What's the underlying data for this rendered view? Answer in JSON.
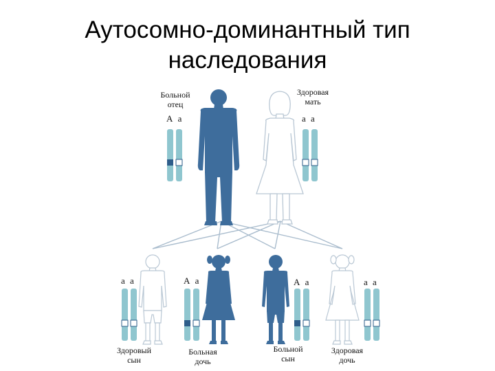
{
  "title": {
    "line1": "Аутосомно-доминантный тип",
    "line2": "наследования"
  },
  "colors": {
    "affected": "#3e6d9c",
    "healthy_fill": "#ffffff",
    "healthy_outline": "#b9c7d4",
    "chromosome": "#8fc6cf",
    "dominant_allele": "#2e5d8a",
    "lines": "#a9bccd"
  },
  "parents": {
    "father": {
      "label_line1": "Больной",
      "label_line2": "отец",
      "genotype": "А а"
    },
    "mother": {
      "label_line1": "Здоровая",
      "label_line2": "мать",
      "genotype": "а а"
    }
  },
  "children": [
    {
      "label_line1": "Здоровый",
      "label_line2": "сын",
      "genotype": "а а"
    },
    {
      "label_line1": "Больная",
      "label_line2": "дочь",
      "genotype": "А а"
    },
    {
      "label_line1": "Больной",
      "label_line2": "сын",
      "genotype": "А а"
    },
    {
      "label_line1": "Здоровая",
      "label_line2": "дочь",
      "genotype": "а а"
    }
  ]
}
